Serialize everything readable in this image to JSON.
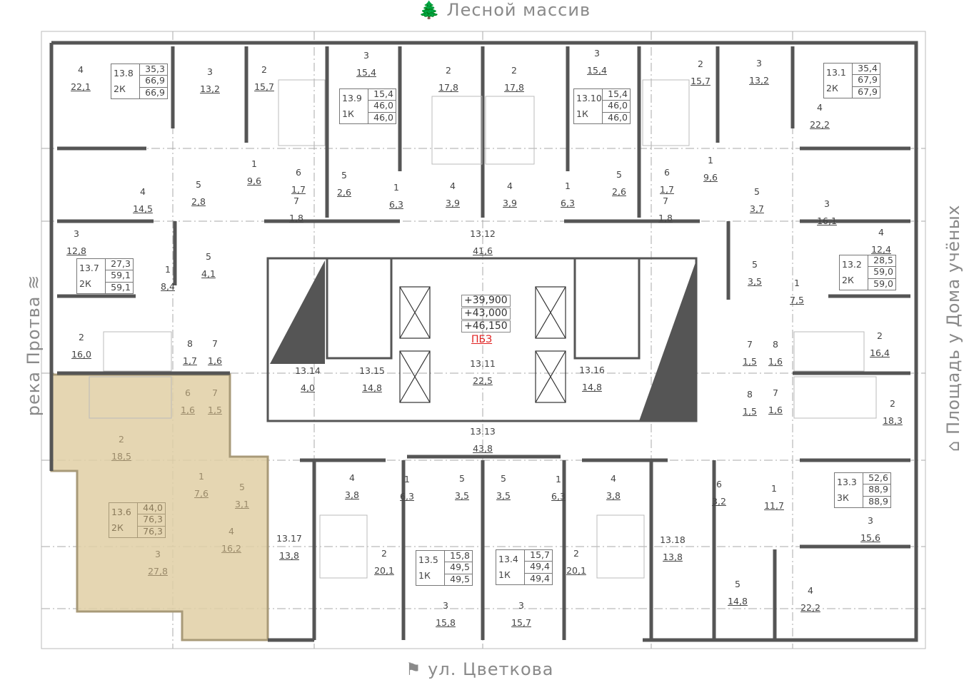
{
  "compass": {
    "north": "Лесной массив",
    "south": "ул. Цветкова",
    "west": "река Протва",
    "east": "Площадь у Дома учёных",
    "north_icon": "trees-icon",
    "south_icon": "signpost-icon",
    "west_icon": "river-waves-icon",
    "east_icon": "building-icon"
  },
  "colors": {
    "highlight": "#e0cfa5",
    "wall": "#555555",
    "fire_zone": "#e02020"
  },
  "core": {
    "elevations": [
      "+39,900",
      "+43,000",
      "+46,150"
    ],
    "fire_safe_zone": "ПБЗ"
  },
  "apartments": [
    {
      "id": "13.8",
      "type": "2К",
      "areas": [
        "35,3",
        "66,9",
        "66,9"
      ]
    },
    {
      "id": "13.9",
      "type": "1К",
      "areas": [
        "15,4",
        "46,0",
        "46,0"
      ]
    },
    {
      "id": "13.10",
      "type": "1К",
      "areas": [
        "15,4",
        "46,0",
        "46,0"
      ]
    },
    {
      "id": "13.1",
      "type": "2К",
      "areas": [
        "35,4",
        "67,9",
        "67,9"
      ]
    },
    {
      "id": "13.7",
      "type": "2К",
      "areas": [
        "27,3",
        "59,1",
        "59,1"
      ]
    },
    {
      "id": "13.2",
      "type": "2К",
      "areas": [
        "28,5",
        "59,0",
        "59,0"
      ]
    },
    {
      "id": "13.6",
      "type": "2К",
      "areas": [
        "44,0",
        "76,3",
        "76,3"
      ],
      "selected": true
    },
    {
      "id": "13.3",
      "type": "3К",
      "areas": [
        "52,6",
        "88,9",
        "88,9"
      ]
    },
    {
      "id": "13.5",
      "type": "1К",
      "areas": [
        "15,8",
        "49,5",
        "49,5"
      ]
    },
    {
      "id": "13.4",
      "type": "1К",
      "areas": [
        "15,7",
        "49,4",
        "49,4"
      ]
    }
  ],
  "rooms": [
    {
      "n": "4",
      "a": "22,1"
    },
    {
      "n": "3",
      "a": "13,2"
    },
    {
      "n": "2",
      "a": "15,7"
    },
    {
      "n": "1",
      "a": "9,6"
    },
    {
      "n": "4",
      "a": "14,5"
    },
    {
      "n": "5",
      "a": "2,8"
    },
    {
      "n": "6",
      "a": "1,7"
    },
    {
      "n": "7",
      "a": "1,8"
    },
    {
      "n": "3",
      "a": "15,4"
    },
    {
      "n": "5",
      "a": "2,6"
    },
    {
      "n": "1",
      "a": "6,3"
    },
    {
      "n": "4",
      "a": "3,9"
    },
    {
      "n": "2",
      "a": "17,8"
    },
    {
      "n": "2",
      "a": "17,8"
    },
    {
      "n": "4",
      "a": "3,9"
    },
    {
      "n": "1",
      "a": "6,3"
    },
    {
      "n": "3",
      "a": "15,4"
    },
    {
      "n": "5",
      "a": "2,6"
    },
    {
      "n": "6",
      "a": "1,7"
    },
    {
      "n": "7",
      "a": "1,8"
    },
    {
      "n": "2",
      "a": "15,7"
    },
    {
      "n": "3",
      "a": "13,2"
    },
    {
      "n": "1",
      "a": "9,6"
    },
    {
      "n": "4",
      "a": "22,2"
    },
    {
      "n": "5",
      "a": "3,7"
    },
    {
      "n": "3",
      "a": "16,1"
    },
    {
      "n": "4",
      "a": "12,4"
    },
    {
      "n": "1",
      "a": "7,5"
    },
    {
      "n": "5",
      "a": "3,5"
    },
    {
      "n": "2",
      "a": "16,4"
    },
    {
      "n": "7",
      "a": "1,5"
    },
    {
      "n": "8",
      "a": "1,6"
    },
    {
      "n": "8",
      "a": "1,5"
    },
    {
      "n": "7",
      "a": "1,6"
    },
    {
      "n": "2",
      "a": "18,3"
    },
    {
      "n": "6",
      "a": "3,2"
    },
    {
      "n": "1",
      "a": "11,7"
    },
    {
      "n": "3",
      "a": "15,6"
    },
    {
      "n": "5",
      "a": "14,8"
    },
    {
      "n": "4",
      "a": "22,2"
    },
    {
      "n": "3",
      "a": "12,8"
    },
    {
      "n": "1",
      "a": "8,4"
    },
    {
      "n": "5",
      "a": "4,1"
    },
    {
      "n": "2",
      "a": "16,0"
    },
    {
      "n": "8",
      "a": "1,7"
    },
    {
      "n": "7",
      "a": "1,6"
    },
    {
      "n": "6",
      "a": "1,6"
    },
    {
      "n": "7",
      "a": "1,5"
    },
    {
      "n": "2",
      "a": "18,5"
    },
    {
      "n": "1",
      "a": "7,6"
    },
    {
      "n": "5",
      "a": "3,1"
    },
    {
      "n": "4",
      "a": "16,2"
    },
    {
      "n": "3",
      "a": "27,8"
    },
    {
      "n": "4",
      "a": "3,8"
    },
    {
      "n": "1",
      "a": "6,3"
    },
    {
      "n": "5",
      "a": "3,5"
    },
    {
      "n": "2",
      "a": "20,1"
    },
    {
      "n": "3",
      "a": "15,8"
    },
    {
      "n": "5",
      "a": "3,5"
    },
    {
      "n": "1",
      "a": "6,3"
    },
    {
      "n": "4",
      "a": "3,8"
    },
    {
      "n": "2",
      "a": "20,1"
    },
    {
      "n": "3",
      "a": "15,7"
    },
    {
      "n": "13.12",
      "a": "41,6"
    },
    {
      "n": "13.11",
      "a": "22,5"
    },
    {
      "n": "13.13",
      "a": "43,8"
    },
    {
      "n": "13.14",
      "a": "4,0"
    },
    {
      "n": "13.15",
      "a": "14,8"
    },
    {
      "n": "13.16",
      "a": "14,8"
    },
    {
      "n": "13.17",
      "a": "13,8"
    },
    {
      "n": "13.18",
      "a": "13,8"
    }
  ]
}
